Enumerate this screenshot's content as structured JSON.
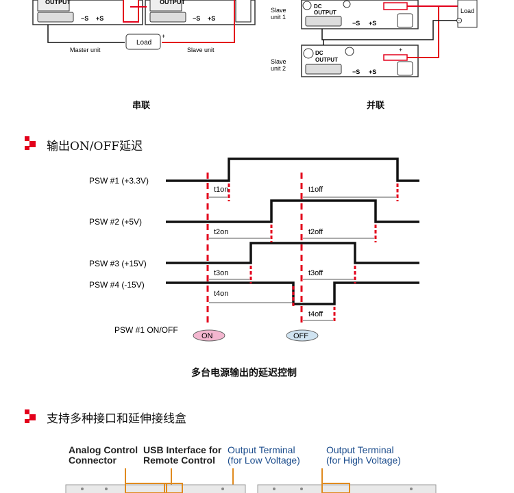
{
  "top": {
    "series_caption": "串联",
    "parallel_caption": "并联",
    "master_label": "Master unit",
    "slave_label": "Slave unit",
    "load_label": "Load",
    "slave1_label_a": "Slave",
    "slave1_label_b": "unit 1",
    "slave2_label_a": "Slave",
    "slave2_label_b": "unit 2",
    "output_label": "OUTPUT",
    "dc_label": "DC",
    "minus_s": "−S",
    "plus_s": "+S",
    "plus": "+",
    "minus": "−"
  },
  "section1": {
    "title": "输出ON/OFF延迟"
  },
  "timing": {
    "rows": [
      {
        "label": "PSW  #1 (+3.3V)"
      },
      {
        "label": "PSW  #2 (+5V)"
      },
      {
        "label": "PSW  #3 (+15V)"
      },
      {
        "label": "PSW  #4 (-15V)"
      }
    ],
    "on_intervals": [
      "t1on",
      "t2on",
      "t3on",
      "t4on"
    ],
    "off_intervals": [
      "t1off",
      "t2off",
      "t3off",
      "t4off"
    ],
    "switch_label": "PSW   #1  ON/OFF",
    "on_button": "ON",
    "off_button": "OFF",
    "caption": "多台电源输出的延迟控制",
    "colors": {
      "marker": "#e3001b",
      "on_fill": "#f3b6cf",
      "off_fill": "#cfe3f1"
    }
  },
  "section2": {
    "title": "支持多种接口和延伸接线盒"
  },
  "panel": {
    "analog_a": "Analog Control",
    "analog_b": "Connector",
    "usb_a": "USB Interface for",
    "usb_b": "Remote Control",
    "out_low_a": "Output Terminal",
    "out_low_b": "(for Low Voltage)",
    "out_high_a": "Output Terminal",
    "out_high_b": "(for High Voltage)"
  },
  "colors": {
    "accent": "#e3001b",
    "label_blue": "#1b4c8c"
  }
}
